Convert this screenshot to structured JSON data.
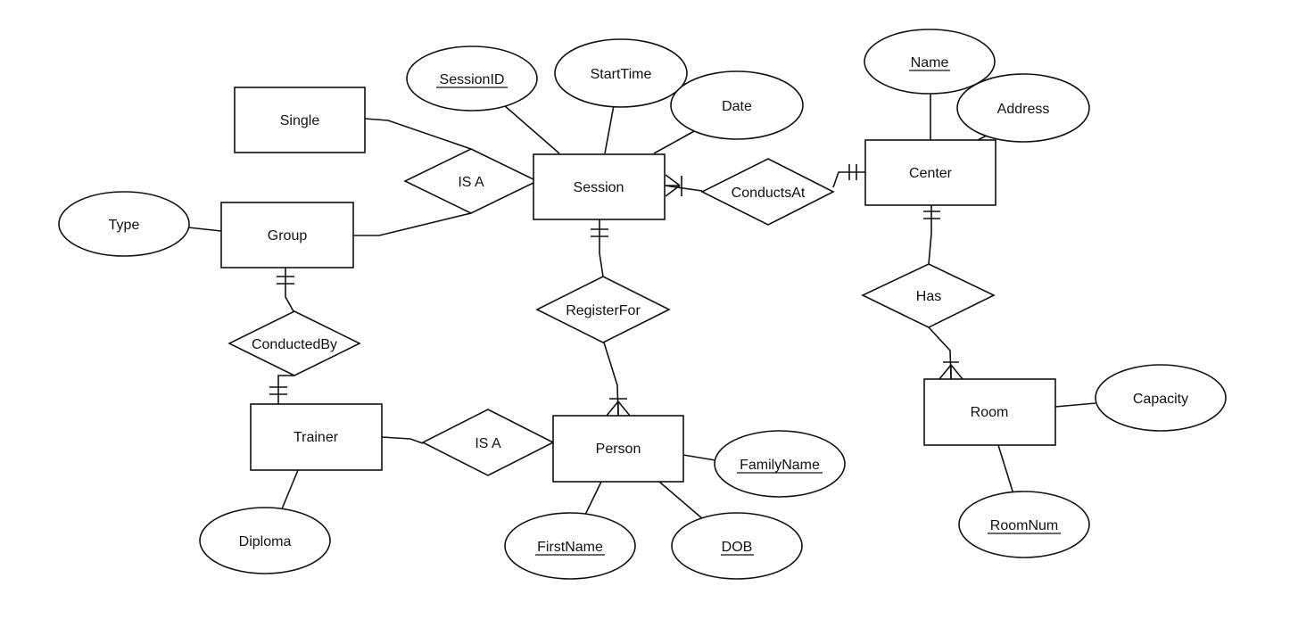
{
  "diagram": {
    "entities": {
      "single": "Single",
      "group": "Group",
      "session": "Session",
      "center": "Center",
      "trainer": "Trainer",
      "person": "Person",
      "room": "Room"
    },
    "relationships": {
      "isa_session": "IS A",
      "conducts_at": "ConductsAt",
      "register_for": "RegisterFor",
      "conducted_by": "ConductedBy",
      "isa_person": "IS A",
      "has": "Has"
    },
    "attributes": {
      "session_id": "SessionID",
      "start_time": "StartTime",
      "date": "Date",
      "name": "Name",
      "address": "Address",
      "type": "Type",
      "family_name": "FamilyName",
      "first_name": "FirstName",
      "dob": "DOB",
      "diploma": "Diploma",
      "capacity": "Capacity",
      "room_num": "RoomNum"
    },
    "key_attributes": [
      "session_id",
      "name",
      "family_name",
      "first_name",
      "dob",
      "room_num"
    ]
  }
}
